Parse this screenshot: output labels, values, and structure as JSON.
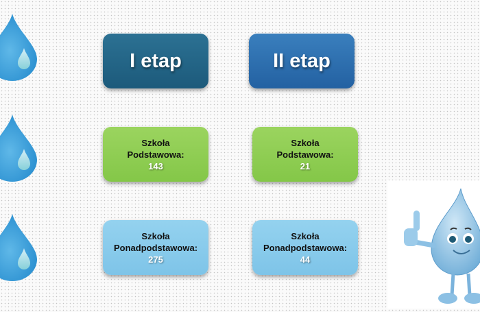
{
  "stages": [
    {
      "label": "I etap",
      "color": "#1f6283"
    },
    {
      "label": "II etap",
      "color": "#2766a8"
    }
  ],
  "cards": {
    "stage1_primary": {
      "line1": "Szkoła",
      "line2": "Podstawowa:",
      "value": "143",
      "color": "#8ccb50"
    },
    "stage2_primary": {
      "line1": "Szkoła",
      "line2": "Podstawowa:",
      "value": "21",
      "color": "#8ccb50"
    },
    "stage1_secondary": {
      "line1": "Szkoła",
      "line2": "Ponadpodstawowa:",
      "value": "275",
      "color": "#86c8eb"
    },
    "stage2_secondary": {
      "line1": "Szkoła",
      "line2": "Ponadpodstawowa:",
      "value": "44",
      "color": "#86c8eb"
    }
  },
  "icons": [
    "water-drop-icon",
    "water-drop-icon",
    "water-drop-icon",
    "water-drop-mascot-thumbs-up"
  ]
}
